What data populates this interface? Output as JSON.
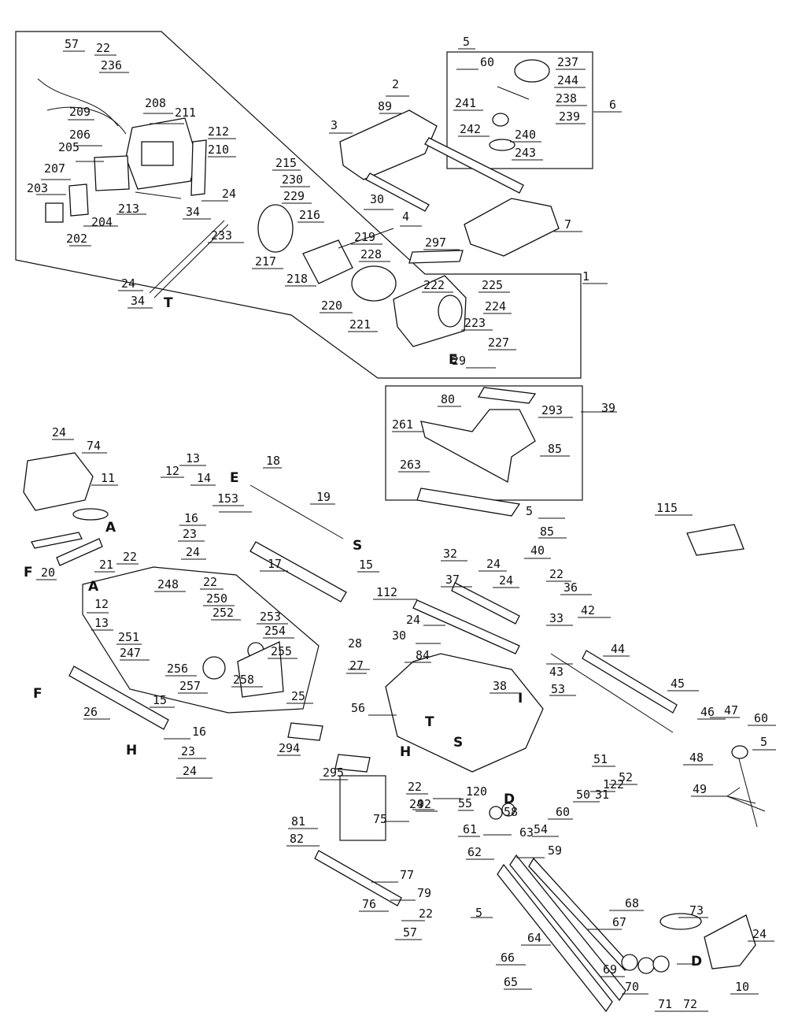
{
  "colors": {
    "ink": "#111111",
    "paper": "#ffffff"
  },
  "labels": [
    "1",
    "2",
    "3",
    "4",
    "5",
    "5",
    "5",
    "5",
    "6",
    "7",
    "10",
    "11",
    "12",
    "12",
    "13",
    "13",
    "14",
    "15",
    "15",
    "16",
    "16",
    "17",
    "18",
    "19",
    "20",
    "21",
    "22",
    "22",
    "22",
    "22",
    "22",
    "22",
    "23",
    "23",
    "24",
    "24",
    "24",
    "24",
    "24",
    "24",
    "24",
    "24",
    "24",
    "24",
    "25",
    "26",
    "27",
    "28",
    "29",
    "30",
    "30",
    "31",
    "32",
    "33",
    "34",
    "34",
    "36",
    "37",
    "38",
    "39",
    "40",
    "42",
    "43",
    "44",
    "45",
    "46",
    "47",
    "48",
    "49",
    "50",
    "51",
    "52",
    "53",
    "54",
    "55",
    "56",
    "57",
    "57",
    "58",
    "59",
    "60",
    "60",
    "60",
    "61",
    "62",
    "63",
    "64",
    "65",
    "66",
    "67",
    "68",
    "69",
    "70",
    "71",
    "72",
    "73",
    "74",
    "75",
    "76",
    "77",
    "79",
    "80",
    "81",
    "82",
    "84",
    "85",
    "85",
    "89",
    "92",
    "112",
    "115",
    "120",
    "122",
    "153",
    "202",
    "203",
    "204",
    "205",
    "206",
    "207",
    "208",
    "209",
    "210",
    "211",
    "212",
    "213",
    "215",
    "216",
    "217",
    "218",
    "219",
    "220",
    "221",
    "222",
    "223",
    "224",
    "225",
    "227",
    "228",
    "229",
    "230",
    "233",
    "236",
    "237",
    "238",
    "239",
    "240",
    "241",
    "242",
    "243",
    "244",
    "247",
    "248",
    "250",
    "251",
    "252",
    "253",
    "254",
    "255",
    "256",
    "257",
    "258",
    "261",
    "263",
    "293",
    "294",
    "295",
    "297"
  ],
  "reference_letters": [
    "A",
    "A",
    "D",
    "D",
    "E",
    "E",
    "F",
    "F",
    "H",
    "H",
    "I",
    "S",
    "S",
    "T",
    "T"
  ]
}
